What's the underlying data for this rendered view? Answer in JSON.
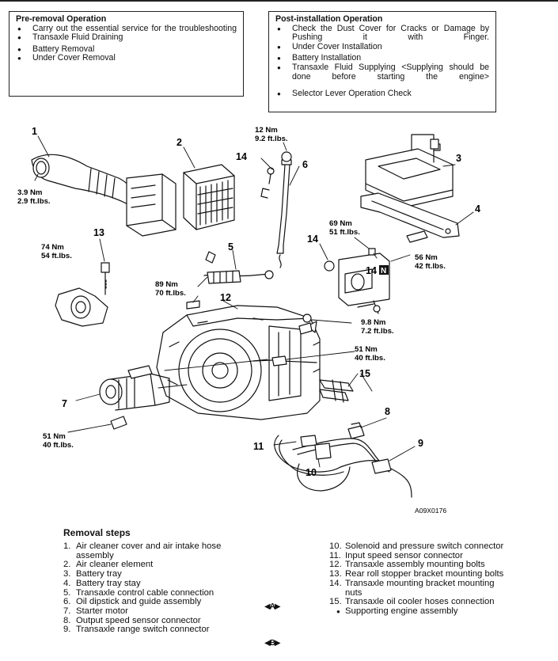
{
  "pre_removal": {
    "title": "Pre-removal Operation",
    "items": [
      "Carry out the essential service for the troubleshooting",
      "Transaxle Fluid Draining",
      "Battery Removal",
      "Under Cover Removal"
    ]
  },
  "post_installation": {
    "title": "Post-installation Operation",
    "items": [
      "Check the Dust Cover for Cracks or Damage by Pushing it with Finger.",
      "Under Cover Installation",
      "Battery Installation",
      "Transaxle Fluid Supplying <Supplying should be done before starting the engine>",
      "Selector Lever Operation Check"
    ]
  },
  "diagram": {
    "figure_code": "A09X0176",
    "callouts": {
      "c1": "1",
      "c2": "2",
      "c3": "3",
      "c4": "4",
      "c5": "5",
      "c6": "6",
      "c7": "7",
      "c8": "8",
      "c9": "9",
      "c10": "10",
      "c11": "11",
      "c12": "12",
      "c13": "13",
      "c14a": "14",
      "c14b": "14",
      "c14c": "14",
      "c15": "15"
    },
    "mark_n": "N",
    "torques": {
      "t1_nm": "12 Nm",
      "t1_ft": "9.2 ft.lbs.",
      "t2_nm": "3.9 Nm",
      "t2_ft": "2.9 ft.lbs.",
      "t3_nm": "69 Nm",
      "t3_ft": "51 ft.lbs.",
      "t4_nm": "56 Nm",
      "t4_ft": "42 ft.lbs.",
      "t5_nm": "74 Nm",
      "t5_ft": "54 ft.lbs.",
      "t6_nm": "89 Nm",
      "t6_ft": "70 ft.lbs.",
      "t7_nm": "9.8 Nm",
      "t7_ft": "7.2 ft.lbs.",
      "t8_nm": "51 Nm",
      "t8_ft": "40 ft.lbs.",
      "t9_nm": "51 Nm",
      "t9_ft": "40 ft.lbs."
    }
  },
  "removal": {
    "title": "Removal steps",
    "left": [
      {
        "n": "1.",
        "text": "Air cleaner cover and air intake hose assembly"
      },
      {
        "n": "2.",
        "text": "Air cleaner element"
      },
      {
        "n": "3.",
        "text": "Battery tray"
      },
      {
        "n": "4.",
        "text": "Battery tray stay"
      },
      {
        "n": "5.",
        "text": "Transaxle control cable connection"
      },
      {
        "n": "6.",
        "text": "Oil dipstick and guide assembly"
      },
      {
        "n": "7.",
        "text": "Starter motor"
      },
      {
        "n": "8.",
        "text": "Output speed sensor connector"
      },
      {
        "n": "9.",
        "text": "Transaxle range switch connector"
      }
    ],
    "right": [
      {
        "n": "10.",
        "text": "Solenoid and pressure switch connector"
      },
      {
        "n": "11.",
        "text": "Input speed sensor connector"
      },
      {
        "n": "12.",
        "text": "Transaxle assembly mounting bolts"
      },
      {
        "n": "13.",
        "text": "Rear roll stopper bracket mounting bolts"
      },
      {
        "n": "14.",
        "text": "Transaxle mounting bracket mounting nuts"
      },
      {
        "n": "15.",
        "text": "Transaxle oil cooler hoses connection"
      },
      {
        "n": "",
        "text": "Supporting engine assembly"
      }
    ],
    "tag_a": "◀A▶",
    "tag_b": "◀B▶"
  }
}
